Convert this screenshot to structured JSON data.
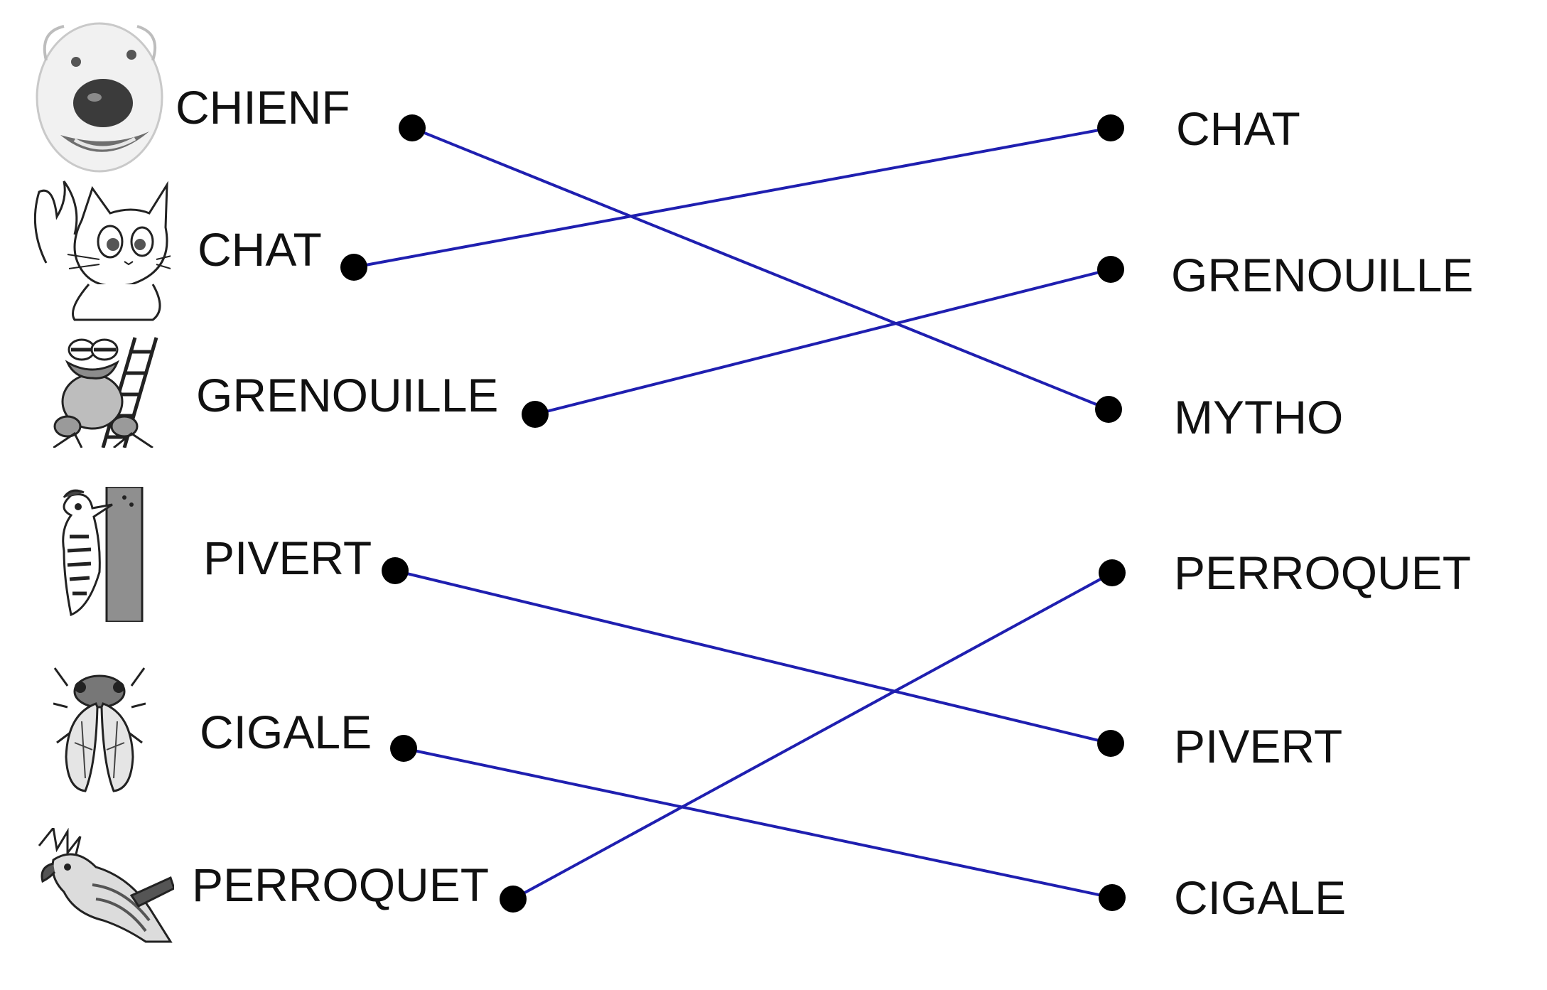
{
  "left_items": [
    {
      "label": "CHIENF",
      "icon": "dog-icon"
    },
    {
      "label": "CHAT",
      "icon": "cat-icon"
    },
    {
      "label": "GRENOUILLE",
      "icon": "frog-icon"
    },
    {
      "label": "PIVERT",
      "icon": "woodpecker-icon"
    },
    {
      "label": "CIGALE",
      "icon": "cicada-icon"
    },
    {
      "label": "PERROQUET",
      "icon": "parrot-icon"
    }
  ],
  "right_items": [
    {
      "label": "CHAT"
    },
    {
      "label": "GRENOUILLE"
    },
    {
      "label": "MYTHO"
    },
    {
      "label": "PERROQUET"
    },
    {
      "label": "PIVERT"
    },
    {
      "label": "CIGALE"
    }
  ],
  "connections": [
    [
      0,
      2
    ],
    [
      1,
      0
    ],
    [
      2,
      1
    ],
    [
      3,
      4
    ],
    [
      4,
      5
    ],
    [
      5,
      3
    ]
  ],
  "colors": {
    "line": "#1f1fb0",
    "dot": "#000000",
    "text": "#111111"
  }
}
